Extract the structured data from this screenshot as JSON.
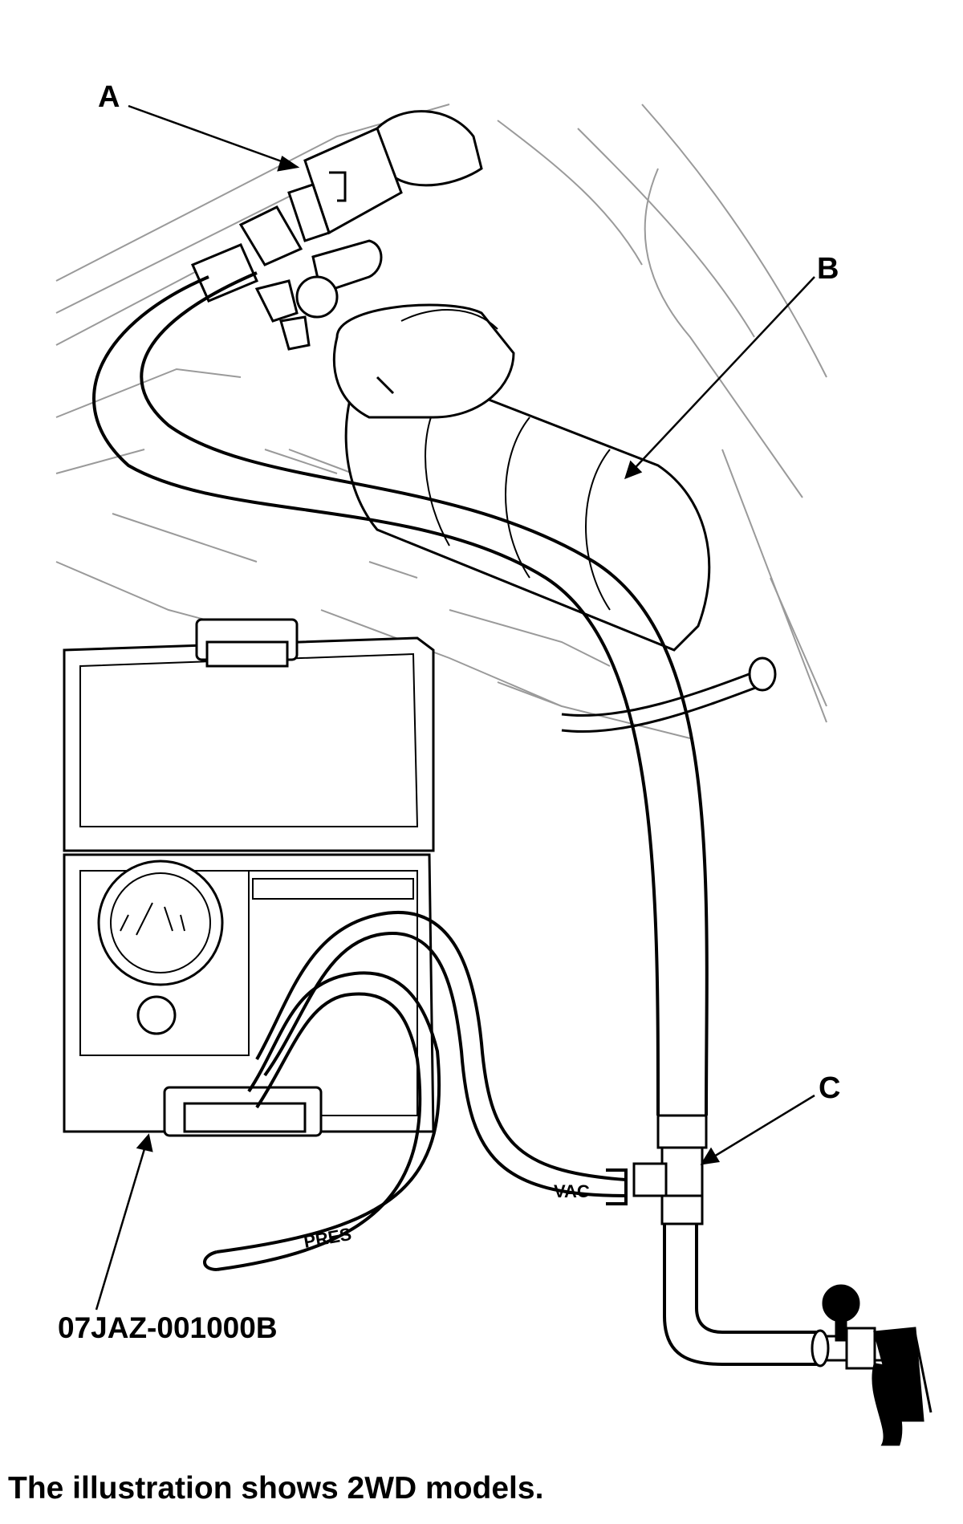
{
  "callouts": {
    "a": "A",
    "b": "B",
    "c": "C"
  },
  "tool_part_number": "07JAZ-001000B",
  "hose_labels": {
    "vac": "VAC",
    "pres": "PRES"
  },
  "caption": "The illustration shows 2WD models."
}
